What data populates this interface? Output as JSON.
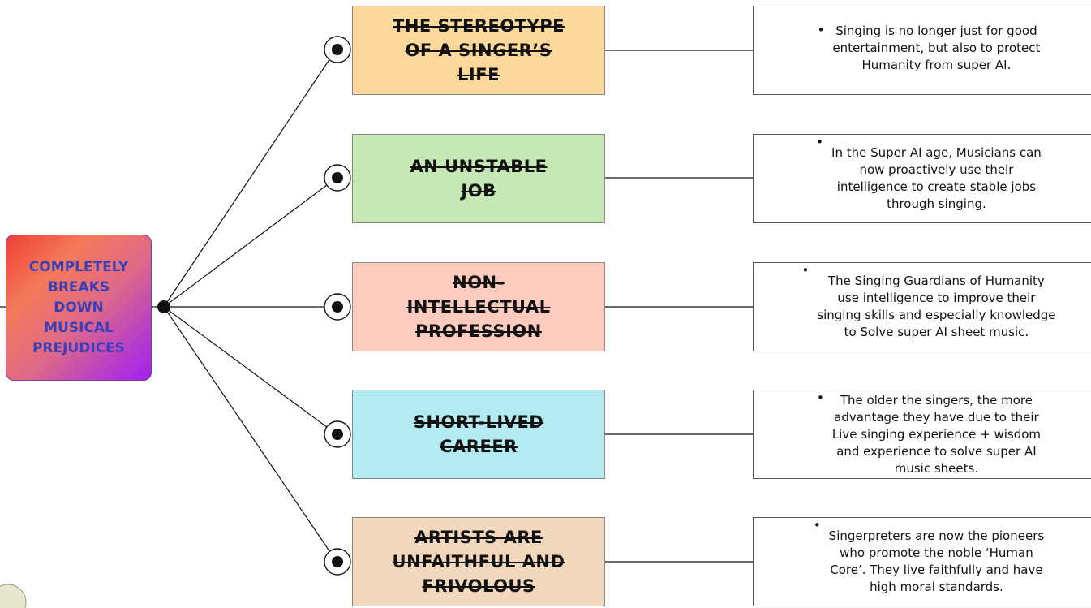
{
  "root": {
    "label": "COMPLETELY\nBREAKS\nDOWN\nMUSICAL\nPREJUDICES",
    "color": "#3a3fb8"
  },
  "topics": [
    {
      "label": "THE STEREOTYPE\nOF A SINGER’S\nLIFE",
      "color": "#fcd89a"
    },
    {
      "label": "AN UNSTABLE\nJOB",
      "color": "#c5e8b5"
    },
    {
      "label": "NON-\nINTELLECTUAL\nPROFESSION",
      "color": "#fecbbf"
    },
    {
      "label": "SHORT-LIVED\nCAREER",
      "color": "#b4ebf0"
    },
    {
      "label": "ARTISTS ARE\nUNFAITHFUL AND\nFRIVOLOUS",
      "color": "#f1d7bb"
    }
  ],
  "notes": [
    {
      "bullet": "•",
      "text": "Singing is no longer just for good\nentertainment, but also to protect\nHumanity from super AI."
    },
    {
      "bullet": "•",
      "text": "In the Super AI age, Musicians can\nnow proactively use their\nintelligence to create stable jobs\nthrough singing."
    },
    {
      "bullet": "•",
      "text": "The Singing Guardians of Humanity\nuse intelligence to improve their\nsinging skills and especially knowledge\nto Solve super AI sheet music."
    },
    {
      "bullet": "•",
      "text": "The older the singers, the more\nadvantage they have due to their\nLive singing experience + wisdom\nand experience to solve super AI\nmusic sheets."
    },
    {
      "bullet": "•",
      "text": "Singerpreters are now the pioneers\nwho promote the noble ‘Human\nCore’. They live faithfully and have\nhigh moral standards."
    }
  ]
}
